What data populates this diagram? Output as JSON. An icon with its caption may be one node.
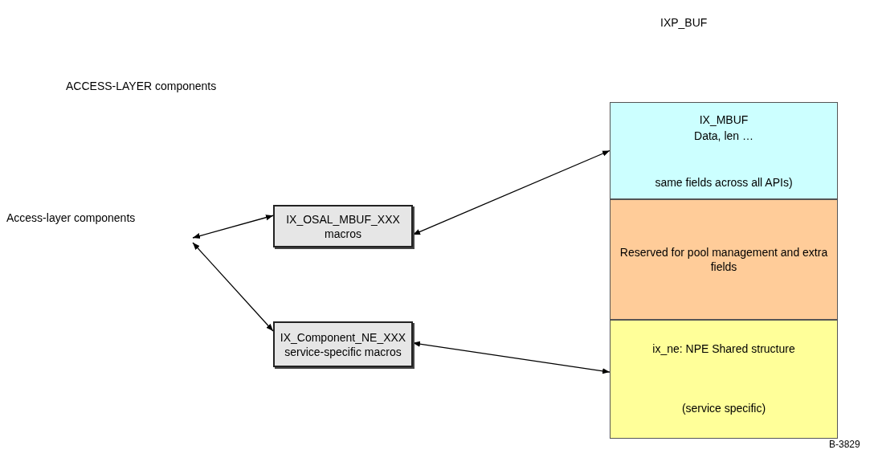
{
  "diagram": {
    "nodes": [
      {
        "text": [
          "Access-layer components"
        ]
      },
      {
        "text": [
          "IX_OSAL_MBUF_XXX",
          "macros"
        ]
      },
      {
        "text": [
          "IX_Component_NE_XXX",
          "service-specific macros"
        ]
      },
      {
        "text": [
          "IX_MBUF",
          "Data, len …",
          "same fields across all APIs)"
        ]
      },
      {
        "text": [
          "Reserved for pool management and extra fields"
        ]
      },
      {
        "text": [
          "ix_ne: NPE Shared structure",
          "(service specific)"
        ]
      }
    ],
    "edges": [
      {
        "from": 0,
        "to": 1,
        "arrow": "both"
      },
      {
        "from": 0,
        "to": 2,
        "arrow": "both"
      },
      {
        "from": 1,
        "to": 3,
        "arrow": "both"
      },
      {
        "from": 2,
        "to": 5,
        "arrow": "both"
      }
    ],
    "labels": [
      "IXP_BUF",
      "ACCESS-LAYER components",
      "B-3829"
    ]
  }
}
